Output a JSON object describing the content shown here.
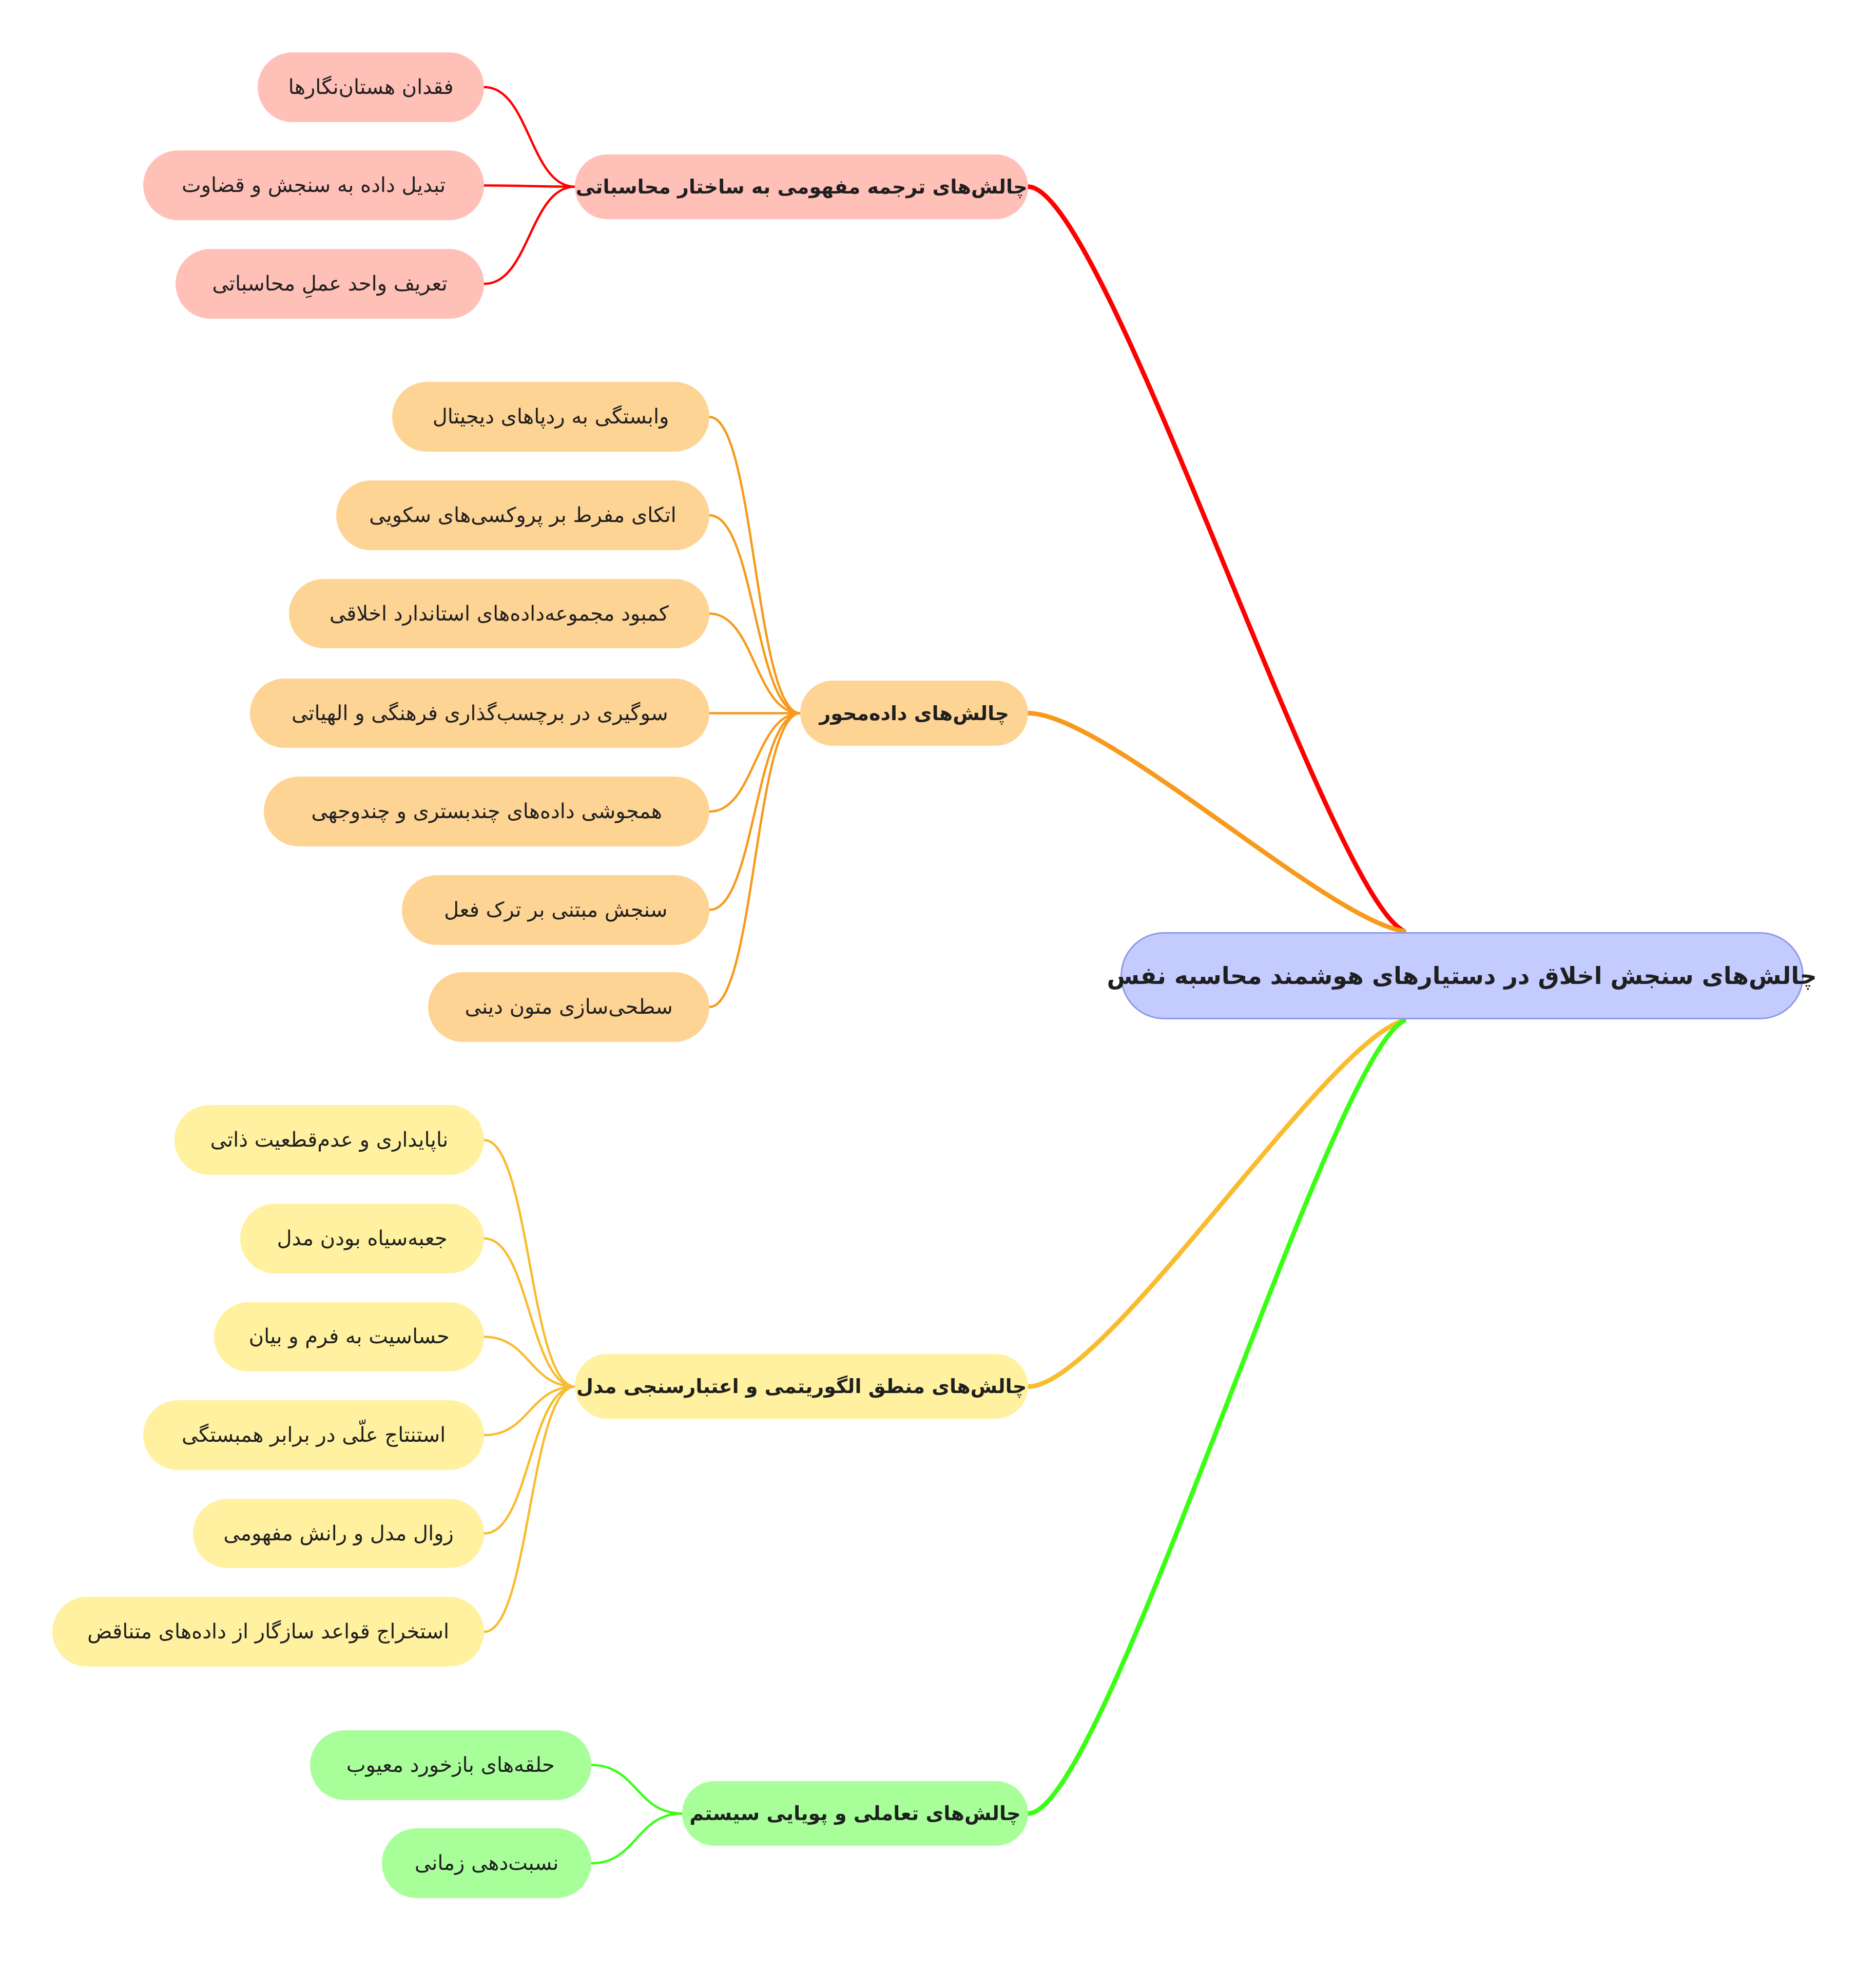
{
  "colors": {
    "root_fill": "#c3cbff",
    "root_border": "#8e9ae6",
    "red": "#ff0000",
    "red_fill": "#ffc0b8",
    "orange": "#f79a1c",
    "orange_fill": "#fed495",
    "yellow": "#f8bc2e",
    "yellow_fill": "#fff1a0",
    "green": "#3aff14",
    "green_fill": "#a8ff9a"
  },
  "root": {
    "label": "چالش‌های سنجش اخلاق در دستیارهای هوشمند محاسبه نفس"
  },
  "branches": [
    {
      "label": "چالش‌های ترجمه مفهومی به ساختار محاسباتی",
      "color": "red",
      "children": [
        "فقدان هستان‌نگارها",
        "تبدیل داده به سنجش و قضاوت",
        "تعریف واحد عملِ محاسباتی"
      ]
    },
    {
      "label": "چالش‌های داده‌محور",
      "color": "orange",
      "children": [
        "وابستگی به ردپاهای دیجیتال",
        "اتکای مفرط بر پروکسی‌های سکویی",
        "کمبود مجموعه‌داده‌های استاندارد اخلاقی",
        "سوگیری در برچسب‌گذاری فرهنگی و الهیاتی",
        "همجوشی داده‌های چندبستری و چندوجهی",
        "سنجش مبتنی بر ترک فعل",
        "سطحی‌سازی متون دینی"
      ]
    },
    {
      "label": "چالش‌های منطق الگوریتمی و اعتبارسنجی مدل",
      "color": "yellow",
      "children": [
        "ناپایداری و عدم‌قطعیت ذاتی",
        "جعبه‌سیاه بودن مدل",
        "حساسیت به فرم و بیان",
        "استنتاج علّی در برابر همبستگی",
        "زوال مدل و رانش مفهومی",
        "استخراج قواعد سازگار از داده‌های متناقض"
      ]
    },
    {
      "label": "چالش‌های تعاملی و پویایی سیستم",
      "color": "green",
      "children": [
        "حلقه‌های بازخورد معیوب",
        "نسبت‌دهی زمانی"
      ]
    }
  ]
}
